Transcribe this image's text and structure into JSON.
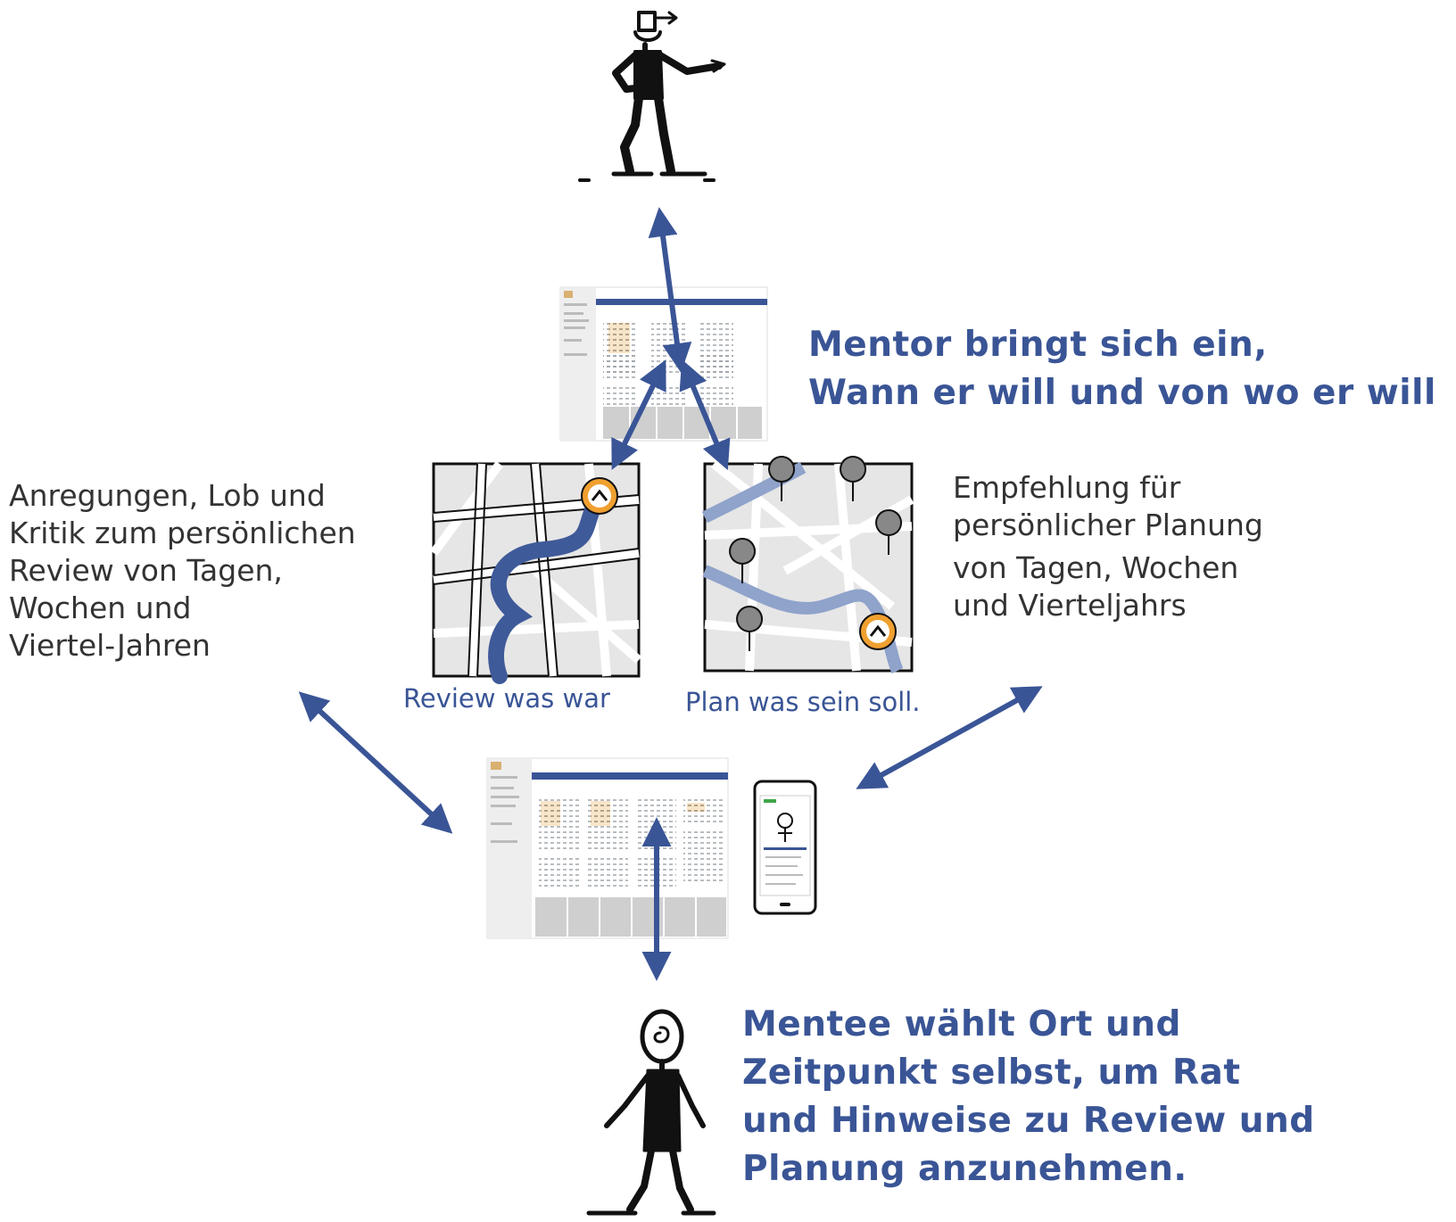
{
  "mentor_text": {
    "line1": "Mentor bringt sich ein,",
    "line2": "Wann er will und von wo er will"
  },
  "mentee_text": {
    "line1": "Mentee wählt Ort und",
    "line2": "Zeitpunkt selbst, um Rat",
    "line3": "und Hinweise zu Review und",
    "line4": "Planung anzunehmen."
  },
  "left_text": {
    "line1": "Anregungen, Lob und",
    "line2": "Kritik zum persönlichen",
    "line3": "Review von Tagen,",
    "line4": "Wochen und",
    "line5": "Viertel-Jahren"
  },
  "right_text": {
    "line1": "Empfehlung für",
    "line2": "persönlicher Planung",
    "line3": "von Tagen, Wochen",
    "line4": "und Vierteljahrs"
  },
  "captions": {
    "review": "Review was war",
    "plan": "Plan was sein soll."
  },
  "colors": {
    "arrow": "#3a5596",
    "route": "#3f5a99",
    "route_light": "#8fa3cb",
    "marker": "#f0a030",
    "map_bg": "#e6e6e6"
  }
}
